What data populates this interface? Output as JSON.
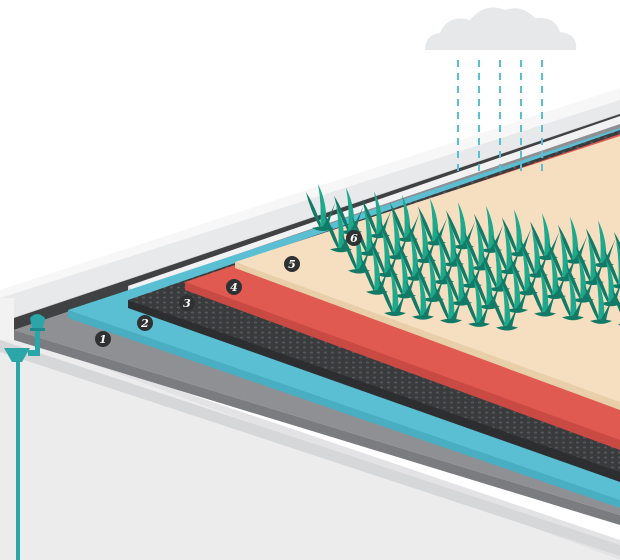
{
  "colors": {
    "background": "#ffffff",
    "wall_front": "#e9e9ea",
    "wall_light": "#f5f5f6",
    "wall_edge": "#d2d3d5",
    "coping_face": "#f7f7f8",
    "coping_edge": "#cfd0d2",
    "inner_wall": "#3f4143",
    "waterproofing_gray": "#8e9094",
    "protection_blue": "#5bbfd4",
    "drainage_dark": "#3a3b3d",
    "filter_red": "#e05a51",
    "substrate_cream": "#f6dfc0",
    "vegetation_green": "#1fa88c",
    "vegetation_dark": "#127a66",
    "drain_pipe": "#2aa6a8",
    "cloud": "#e6e8ea",
    "rain": "#5bbfd4",
    "badge": "#2f3133"
  },
  "layers": [
    {
      "number": "1",
      "name": "waterproofing-layer",
      "icon": "badge-1"
    },
    {
      "number": "2",
      "name": "protection-layer",
      "icon": "badge-2"
    },
    {
      "number": "3",
      "name": "drainage-layer",
      "icon": "badge-3"
    },
    {
      "number": "4",
      "name": "filter-layer",
      "icon": "badge-4"
    },
    {
      "number": "5",
      "name": "substrate-layer",
      "icon": "badge-5"
    },
    {
      "number": "6",
      "name": "vegetation-layer",
      "icon": "badge-6"
    }
  ],
  "icons": {
    "cloud": "cloud-icon",
    "rain": "rain-icon",
    "drain": "drain-pipe-icon",
    "plant": "grass-icon"
  }
}
